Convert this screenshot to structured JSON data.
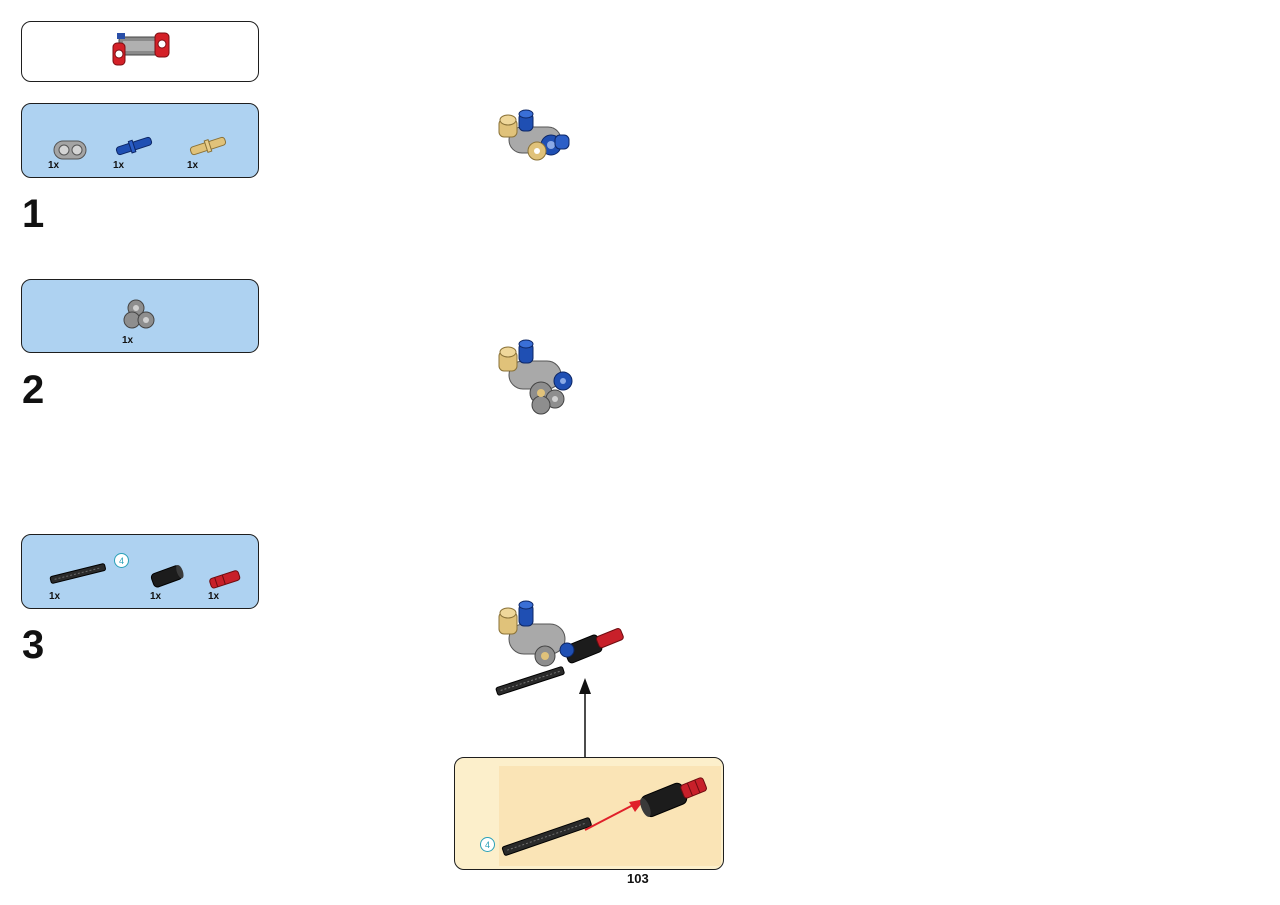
{
  "page": {
    "number": "103"
  },
  "submodel": {
    "icon": "red-gray-submodel-assembly-icon"
  },
  "steps": [
    {
      "number": "1",
      "parts": [
        {
          "icon": "gray-double-pin-connector-icon",
          "qty": "1x",
          "color": "#9a9a9a"
        },
        {
          "icon": "blue-axle-pin-icon",
          "qty": "1x",
          "color": "#1f4fb3"
        },
        {
          "icon": "tan-pin-icon",
          "qty": "1x",
          "color": "#e0c27a"
        }
      ]
    },
    {
      "number": "2",
      "parts": [
        {
          "icon": "gray-pin-joiner-icon",
          "qty": "1x",
          "color": "#8e8e8e"
        }
      ]
    },
    {
      "number": "3",
      "parts": [
        {
          "icon": "black-axle-4-icon",
          "qty": "1x",
          "length": "4",
          "color": "#222222"
        },
        {
          "icon": "black-axle-connector-icon",
          "qty": "1x",
          "color": "#1c1c1c"
        },
        {
          "icon": "red-axle-pin-icon",
          "qty": "1x",
          "color": "#c8202a"
        }
      ]
    }
  ],
  "callout": {
    "length": "4"
  },
  "colors": {
    "parts_background": "#aed2f1",
    "callout_background": "#fcefcb",
    "arrow_red": "#e0202a",
    "badge_cyan": "#2aa1b8"
  }
}
